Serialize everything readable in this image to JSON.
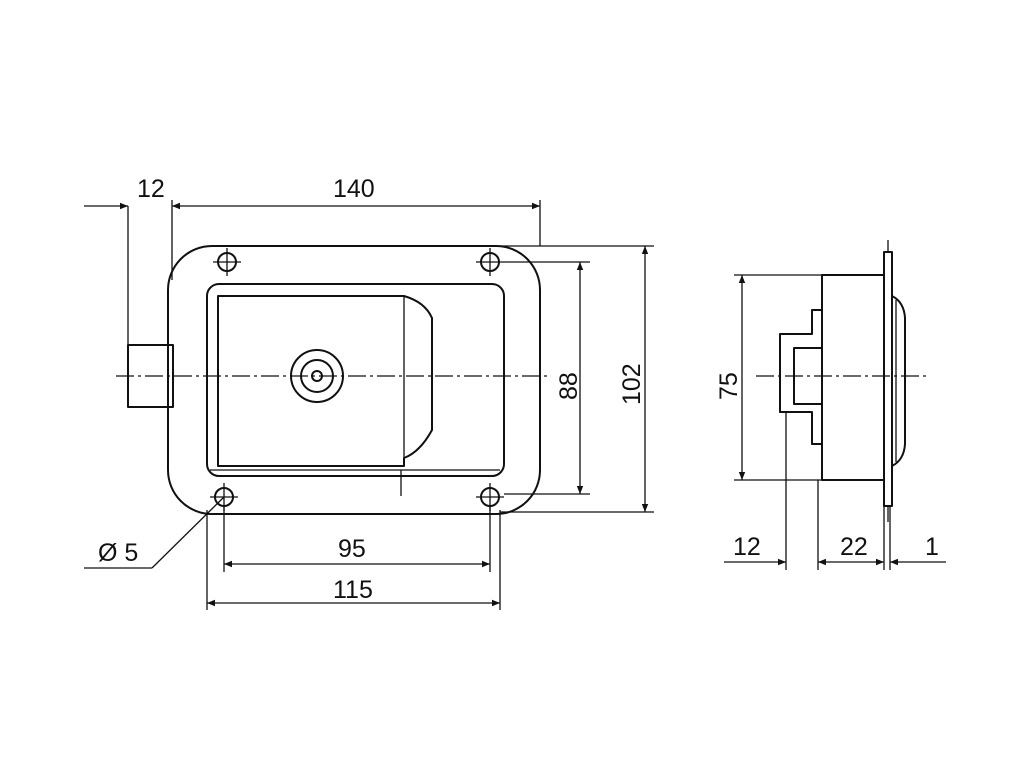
{
  "front_view": {
    "dim_overall_width": "140",
    "dim_lever_offset": "12",
    "dim_inner_height": "88",
    "dim_outer_height": "102",
    "dim_hole_spacing": "95",
    "dim_plate_width": "115",
    "dim_hole_diameter": "Ø 5"
  },
  "side_view": {
    "dim_height": "75",
    "dim_depth_a": "12",
    "dim_depth_b": "22",
    "dim_thickness": "1"
  }
}
